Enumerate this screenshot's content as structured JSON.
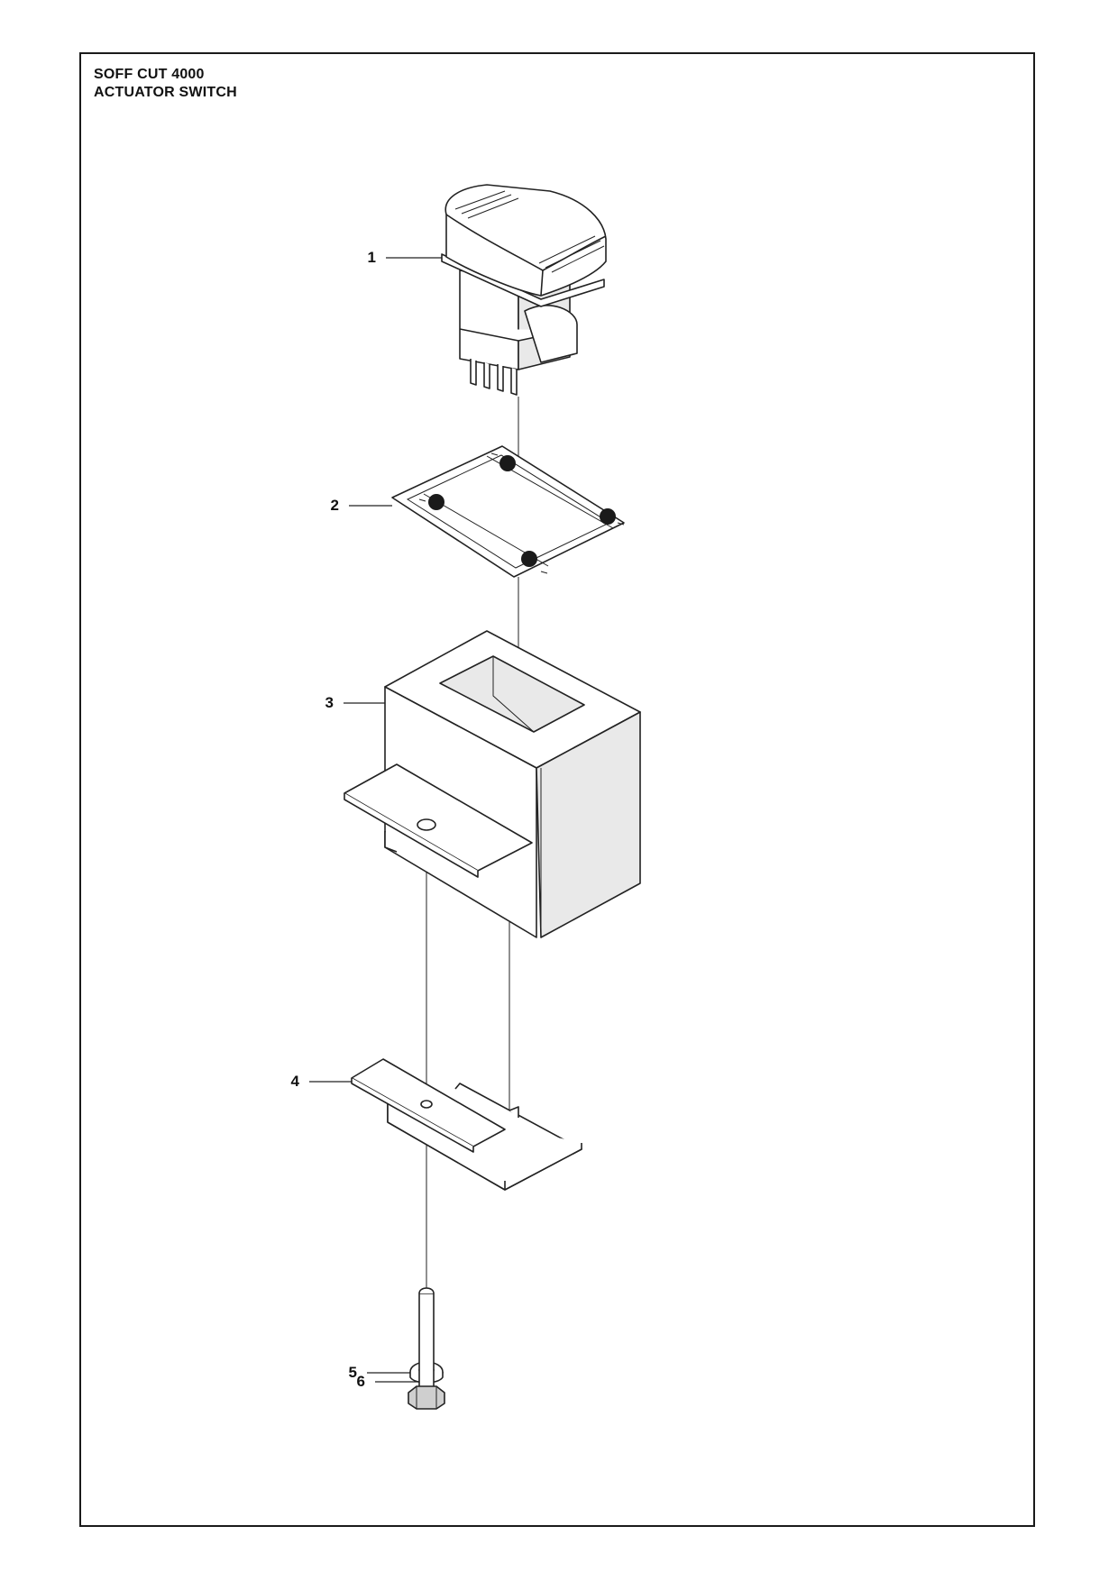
{
  "header": {
    "model": "SOFF CUT 4000",
    "assembly": "ACTUATOR SWITCH"
  },
  "callouts": [
    {
      "id": "1",
      "label": "1"
    },
    {
      "id": "2",
      "label": "2"
    },
    {
      "id": "3",
      "label": "3"
    },
    {
      "id": "4",
      "label": "4"
    },
    {
      "id": "5",
      "label": "5"
    },
    {
      "id": "6",
      "label": "6"
    }
  ],
  "colors": {
    "line": "#222222",
    "fill_light": "#e9e9e9",
    "fill_dark": "#1a1a1a"
  }
}
